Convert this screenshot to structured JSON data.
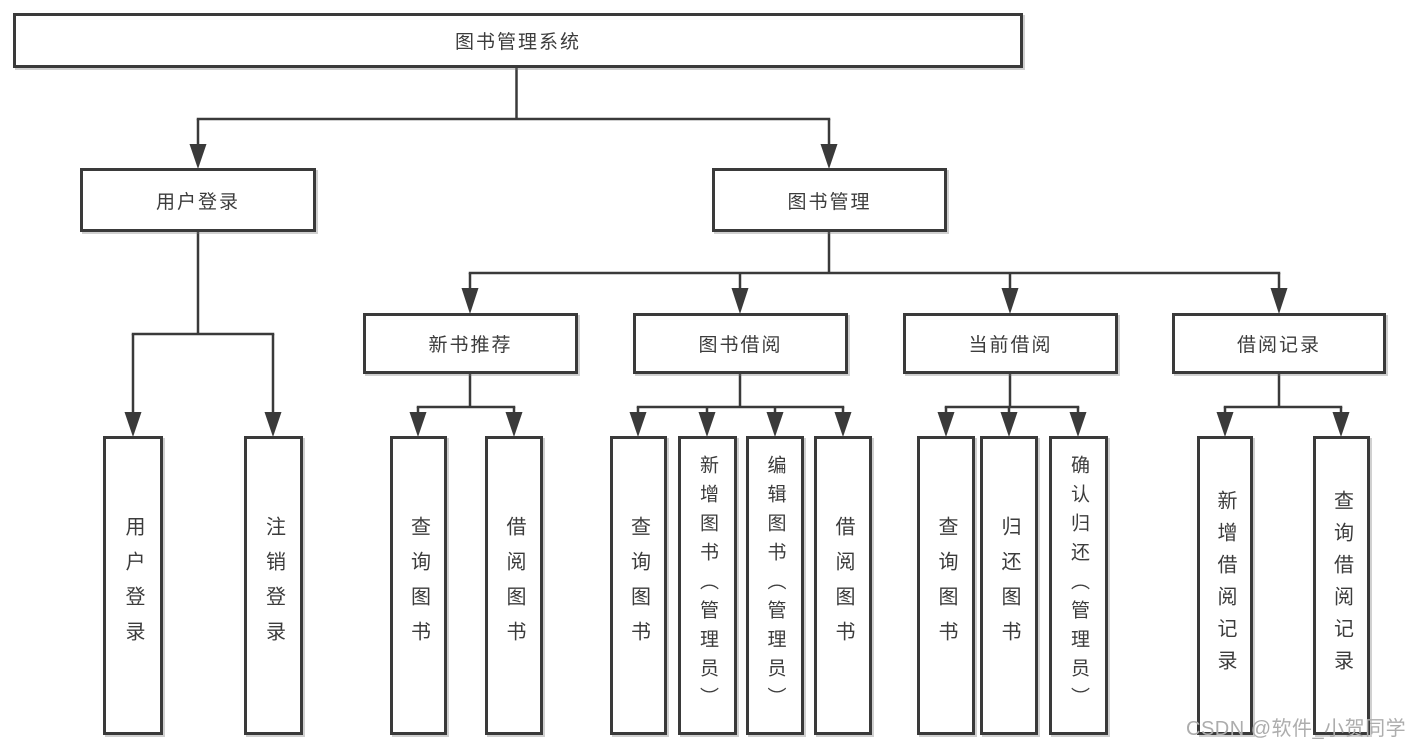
{
  "title": "图书管理系统",
  "level2": {
    "user_login": "用户登录",
    "book_mgmt": "图书管理"
  },
  "level3": {
    "new_book_rec": "新书推荐",
    "book_borrow": "图书借阅",
    "current_borrow": "当前借阅",
    "borrow_records": "借阅记录"
  },
  "leaves": {
    "user_login": "用户登录",
    "logout": "注销登录",
    "rec_query_book": "查询图书",
    "rec_borrow_book": "借阅图书",
    "bb_query_book": "查询图书",
    "bb_add_book": "新增图书（管理员）",
    "bb_edit_book": "编辑图书（管理员）",
    "bb_borrow_book": "借阅图书",
    "cb_query_book": "查询图书",
    "cb_return_book": "归还图书",
    "cb_confirm_return": "确认归还（管理员）",
    "br_add_record": "新增借阅记录",
    "br_query_record": "查询借阅记录"
  },
  "watermark": "CSDN @软件_小贺同学",
  "colors": {
    "line": "#3a3a3a",
    "text": "#3c3c3c",
    "watermark": "#adadad",
    "background": "#ffffff"
  }
}
